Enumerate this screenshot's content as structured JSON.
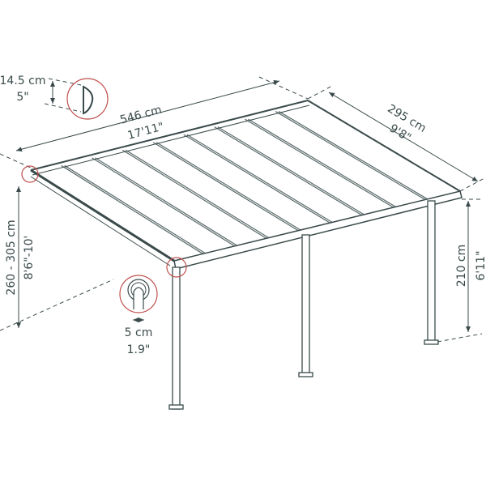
{
  "colors": {
    "line": "#3a4a4a",
    "detail_circle": "#c0504d",
    "frame": "#5c6b6b"
  },
  "dimensions": {
    "length": {
      "metric": "546 cm",
      "imperial": "17'11\""
    },
    "depth": {
      "metric": "295 cm",
      "imperial": "9'8\""
    },
    "front_height": {
      "metric": "210 cm",
      "imperial": "6'11\""
    },
    "wall_height": {
      "metric": "260 - 305 cm",
      "imperial": "8'6\"-10'"
    },
    "gutter": {
      "metric": "14.5 cm",
      "imperial": "5\""
    },
    "post": {
      "metric": "5 cm",
      "imperial": "1.9\""
    }
  }
}
